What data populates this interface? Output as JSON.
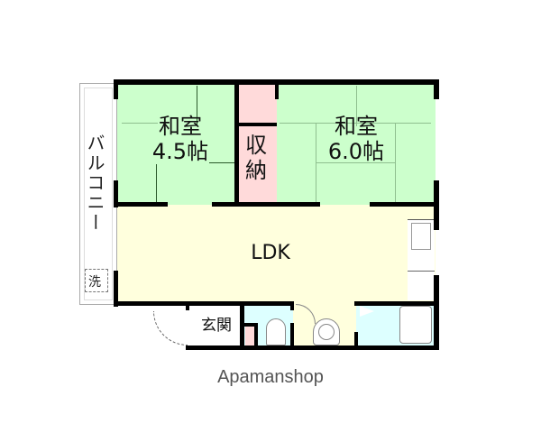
{
  "floorplan": {
    "rooms": [
      {
        "id": "washitsu-1",
        "name": "和室",
        "size": "4.5帖",
        "color": "#ccffcc"
      },
      {
        "id": "storage",
        "name_line1": "収",
        "name_line2": "納",
        "color": "#ffdada"
      },
      {
        "id": "washitsu-2",
        "name": "和室",
        "size": "6.0帖",
        "color": "#ccffcc"
      },
      {
        "id": "ldk",
        "name": "LDK",
        "color": "#ffffdd"
      },
      {
        "id": "entrance",
        "name": "玄関",
        "color": "#ffffff"
      },
      {
        "id": "toilet",
        "name": "",
        "color": "#ddffff"
      },
      {
        "id": "bath",
        "name": "",
        "color": "#ddffff"
      }
    ],
    "balcony": {
      "label": "バルコニー"
    },
    "washer": {
      "label": "洗"
    }
  },
  "footer": {
    "brand": "Apamanshop"
  }
}
